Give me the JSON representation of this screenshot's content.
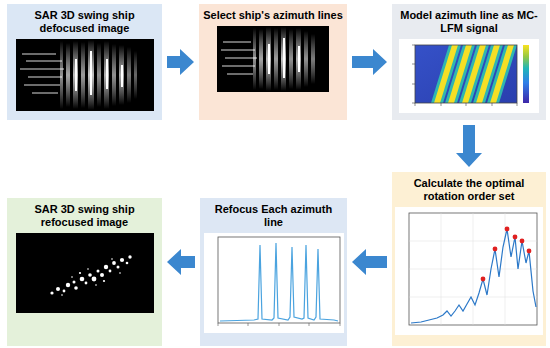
{
  "diagram": {
    "nodes": [
      {
        "text": [
          "SAR 3D swing ship defocused image"
        ]
      },
      {
        "text": [
          "Select ship's azimuth lines"
        ]
      },
      {
        "text": [
          "Model azimuth line as MC-LFM signal"
        ]
      },
      {
        "text": [
          "Calculate the optimal rotation order set"
        ]
      },
      {
        "text": [
          "Refocus Each azimuth line"
        ]
      },
      {
        "text": [
          "SAR 3D swing ship refocused image"
        ]
      }
    ],
    "edges": [
      {
        "from": 0,
        "to": 1,
        "arrow": "to"
      },
      {
        "from": 1,
        "to": 2,
        "arrow": "to"
      },
      {
        "from": 2,
        "to": 3,
        "arrow": "to"
      },
      {
        "from": 3,
        "to": 4,
        "arrow": "to"
      },
      {
        "from": 4,
        "to": 5,
        "arrow": "to"
      }
    ]
  }
}
